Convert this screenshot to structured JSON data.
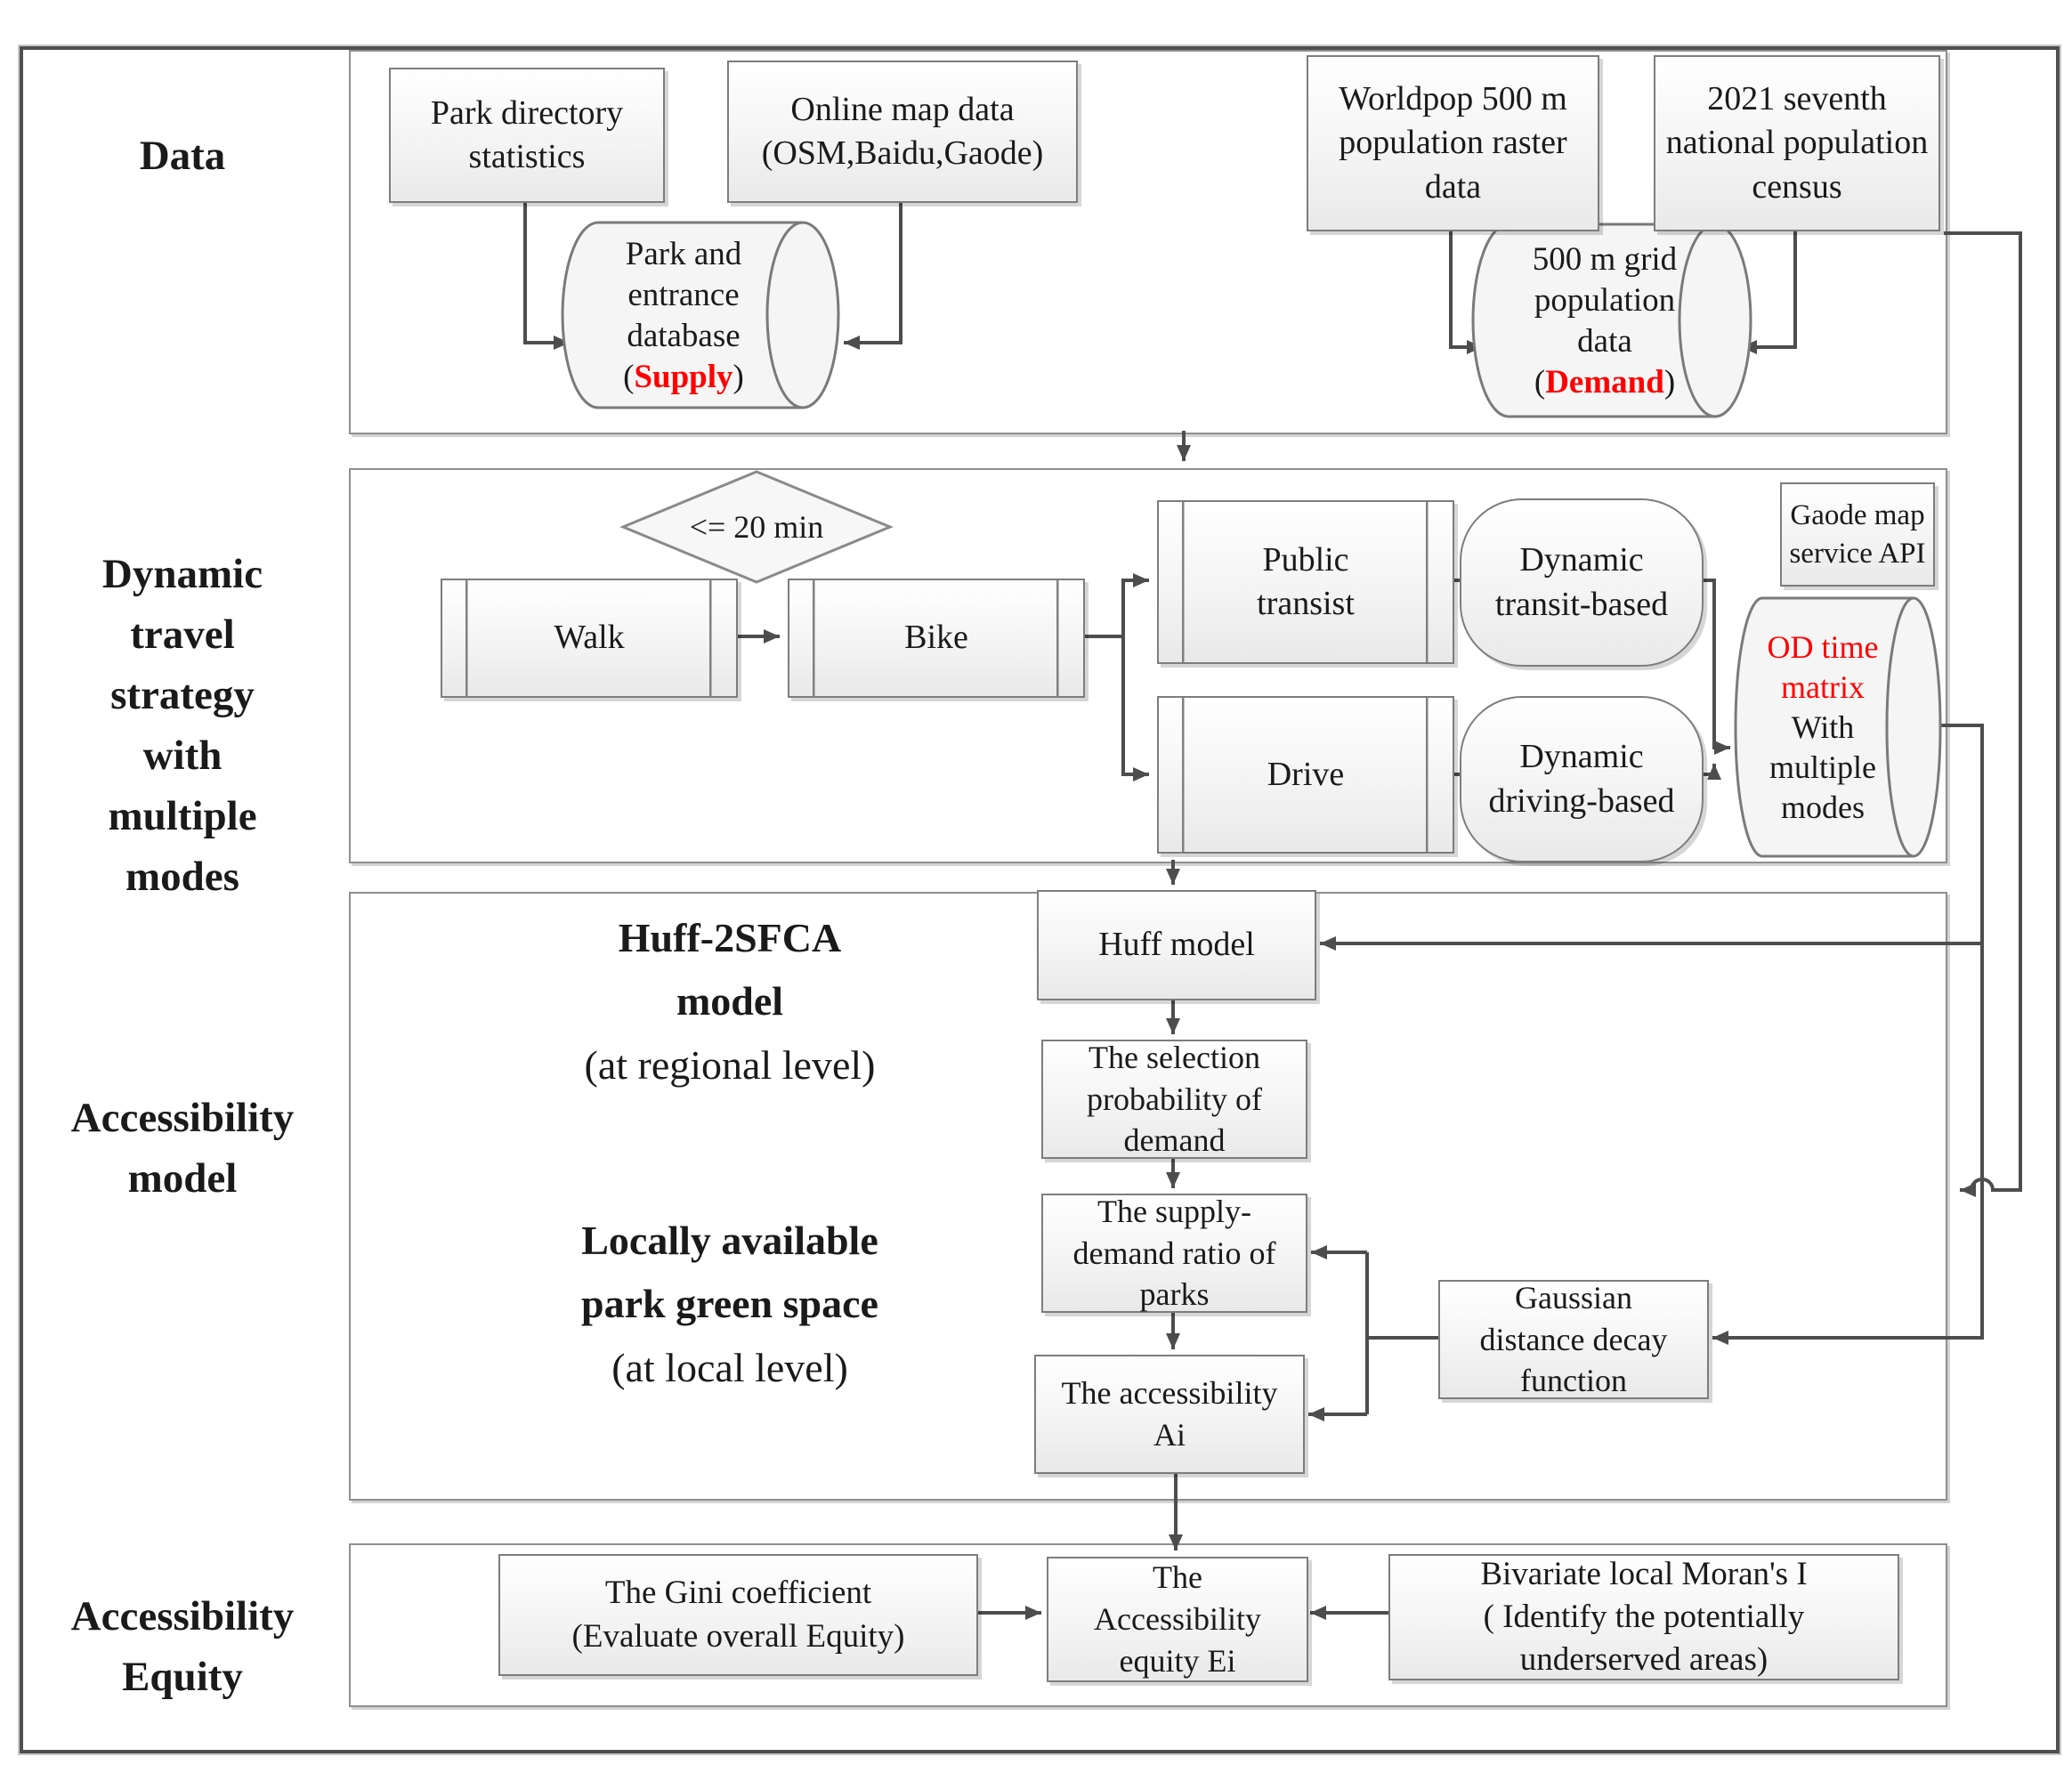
{
  "figure": {
    "section_labels": {
      "data": "Data",
      "travel": "Dynamic\ntravel\nstrategy\nwith\nmultiple\nmodes",
      "model": "Accessibility\nmodel",
      "equity": "Accessibility\nEquity"
    },
    "model_inner_labels": {
      "huff_title": "Huff-2SFCA\nmodel",
      "huff_sub": "(at regional level)",
      "local_title": "Locally available\npark green space",
      "local_sub": "(at local level)"
    },
    "nodes": {
      "park_directory": "Park directory\nstatistics",
      "online_map": "Online map data\n(OSM,Baidu,Gaode)",
      "worldpop": "Worldpop 500 m\npopulation raster\ndata",
      "census": "2021 seventh\nnational population\ncensus",
      "supply_db": {
        "body": "Park and\nentrance\ndatabase",
        "open": "(",
        "highlight": "Supply",
        "close": ")"
      },
      "demand_db": {
        "body": "500 m grid\npopulation\ndata",
        "open": "(",
        "highlight": "Demand",
        "close": ")"
      },
      "decision": "<= 20 min",
      "walk": "Walk",
      "bike": "Bike",
      "public_transit": "Public\ntransist",
      "drive": "Drive",
      "dynamic_transit": "Dynamic\ntransit-based",
      "dynamic_driving": "Dynamic\ndriving-based",
      "gaode_api": "Gaode map\nservice API",
      "od_matrix": {
        "highlight": "OD time\nmatrix",
        "rest": "With\nmultiple\nmodes"
      },
      "huff_model": "Huff model",
      "selection_probability": "The selection\nprobability of\ndemand",
      "supply_demand_ratio": "The supply-\ndemand ratio of\nparks",
      "accessibility_ai": "The accessibility\nAi",
      "gaussian": "Gaussian\ndistance decay\nfunction",
      "gini": "The Gini coefficient\n(Evaluate overall Equity)",
      "equity_ei": "The\nAccessibility\nequity Ei",
      "moran": "Bivariate local Moran's I\n( Identify the potentially\nunderserved areas)"
    },
    "colors": {
      "highlight": "#ff0000",
      "line": "#4d4d4d",
      "box_border": "#7d7d7d"
    }
  }
}
